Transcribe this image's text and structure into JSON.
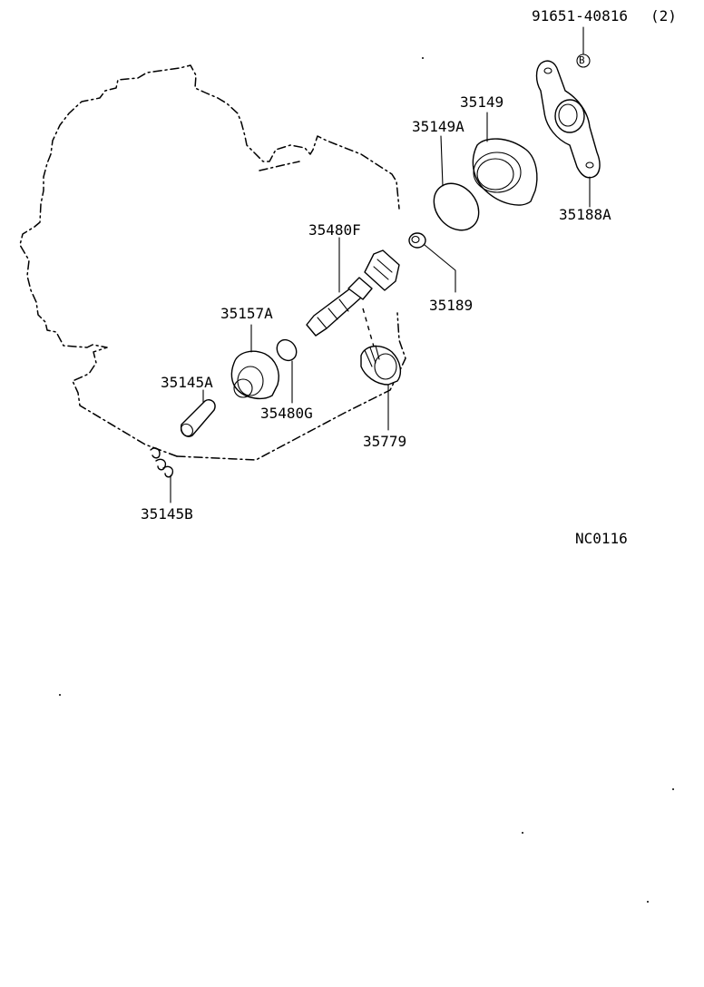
{
  "labels": {
    "bolt": "91651-40816",
    "bolt_qty": "(2)",
    "bolt_ref": "B",
    "retainer_plate": "35188A",
    "sleeve": "35149",
    "o_ring_sleeve": "35149A",
    "driven_shaft": "35480F",
    "plug": "35189",
    "sleeve_b": "35157A",
    "o_ring": "35480G",
    "gear": "35779",
    "pin": "35145A",
    "spring": "35145B",
    "diagram_code": "NC0116"
  }
}
